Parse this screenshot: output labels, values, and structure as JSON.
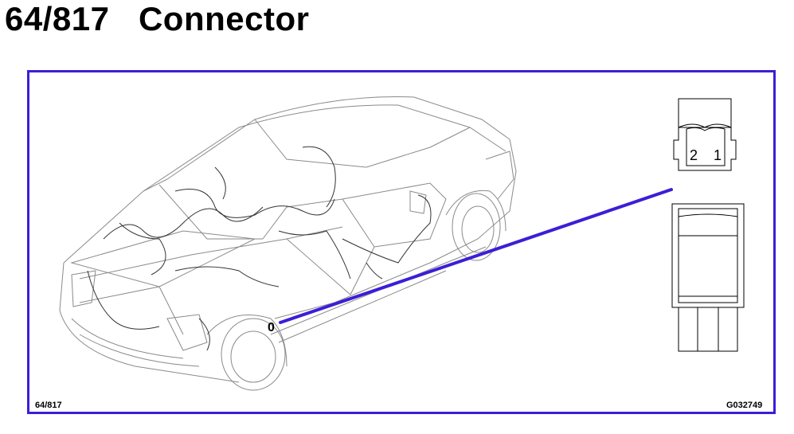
{
  "title": "64/817   Connector",
  "footer": {
    "left_ref": "64/817",
    "right_ref": "G032749"
  },
  "connector": {
    "pins": [
      "2",
      "1"
    ],
    "location_marker": "0"
  },
  "colors": {
    "frame": "#3a1fd6",
    "pointer": "#3a1fd6",
    "line_art": "#8a8a8a"
  },
  "icons": [
    "car-wiring-illustration",
    "connector-face-icon",
    "connector-side-icon"
  ]
}
